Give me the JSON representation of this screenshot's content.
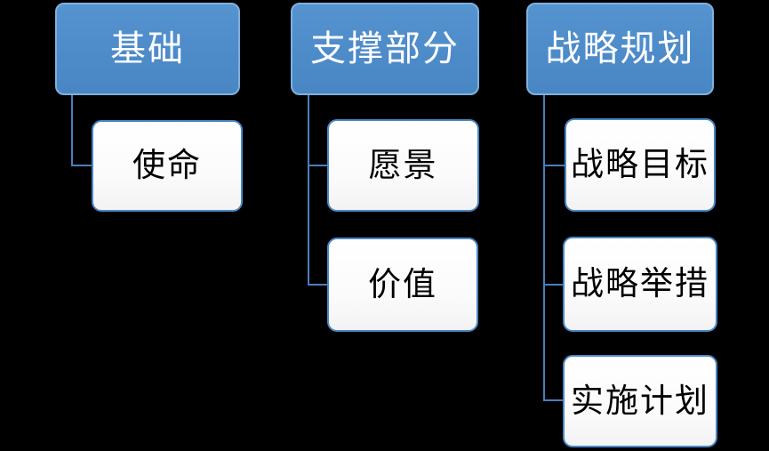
{
  "diagram": {
    "type": "hierarchy",
    "background_color": "#000000",
    "colors": {
      "header_fill": "#4d8bc9",
      "header_border": "#7fb0dd",
      "header_text": "#ffffff",
      "child_fill": "#fdfdfd",
      "child_border": "#4a86c5",
      "child_text": "#000000",
      "connector": "#4a7ebb"
    },
    "columns": [
      {
        "header": "基础",
        "children": [
          "使命"
        ]
      },
      {
        "header": "支撑部分",
        "children": [
          "愿景",
          "价值"
        ]
      },
      {
        "header": "战略规划",
        "children": [
          "战略目标",
          "战略举措",
          "实施计划"
        ]
      }
    ]
  }
}
